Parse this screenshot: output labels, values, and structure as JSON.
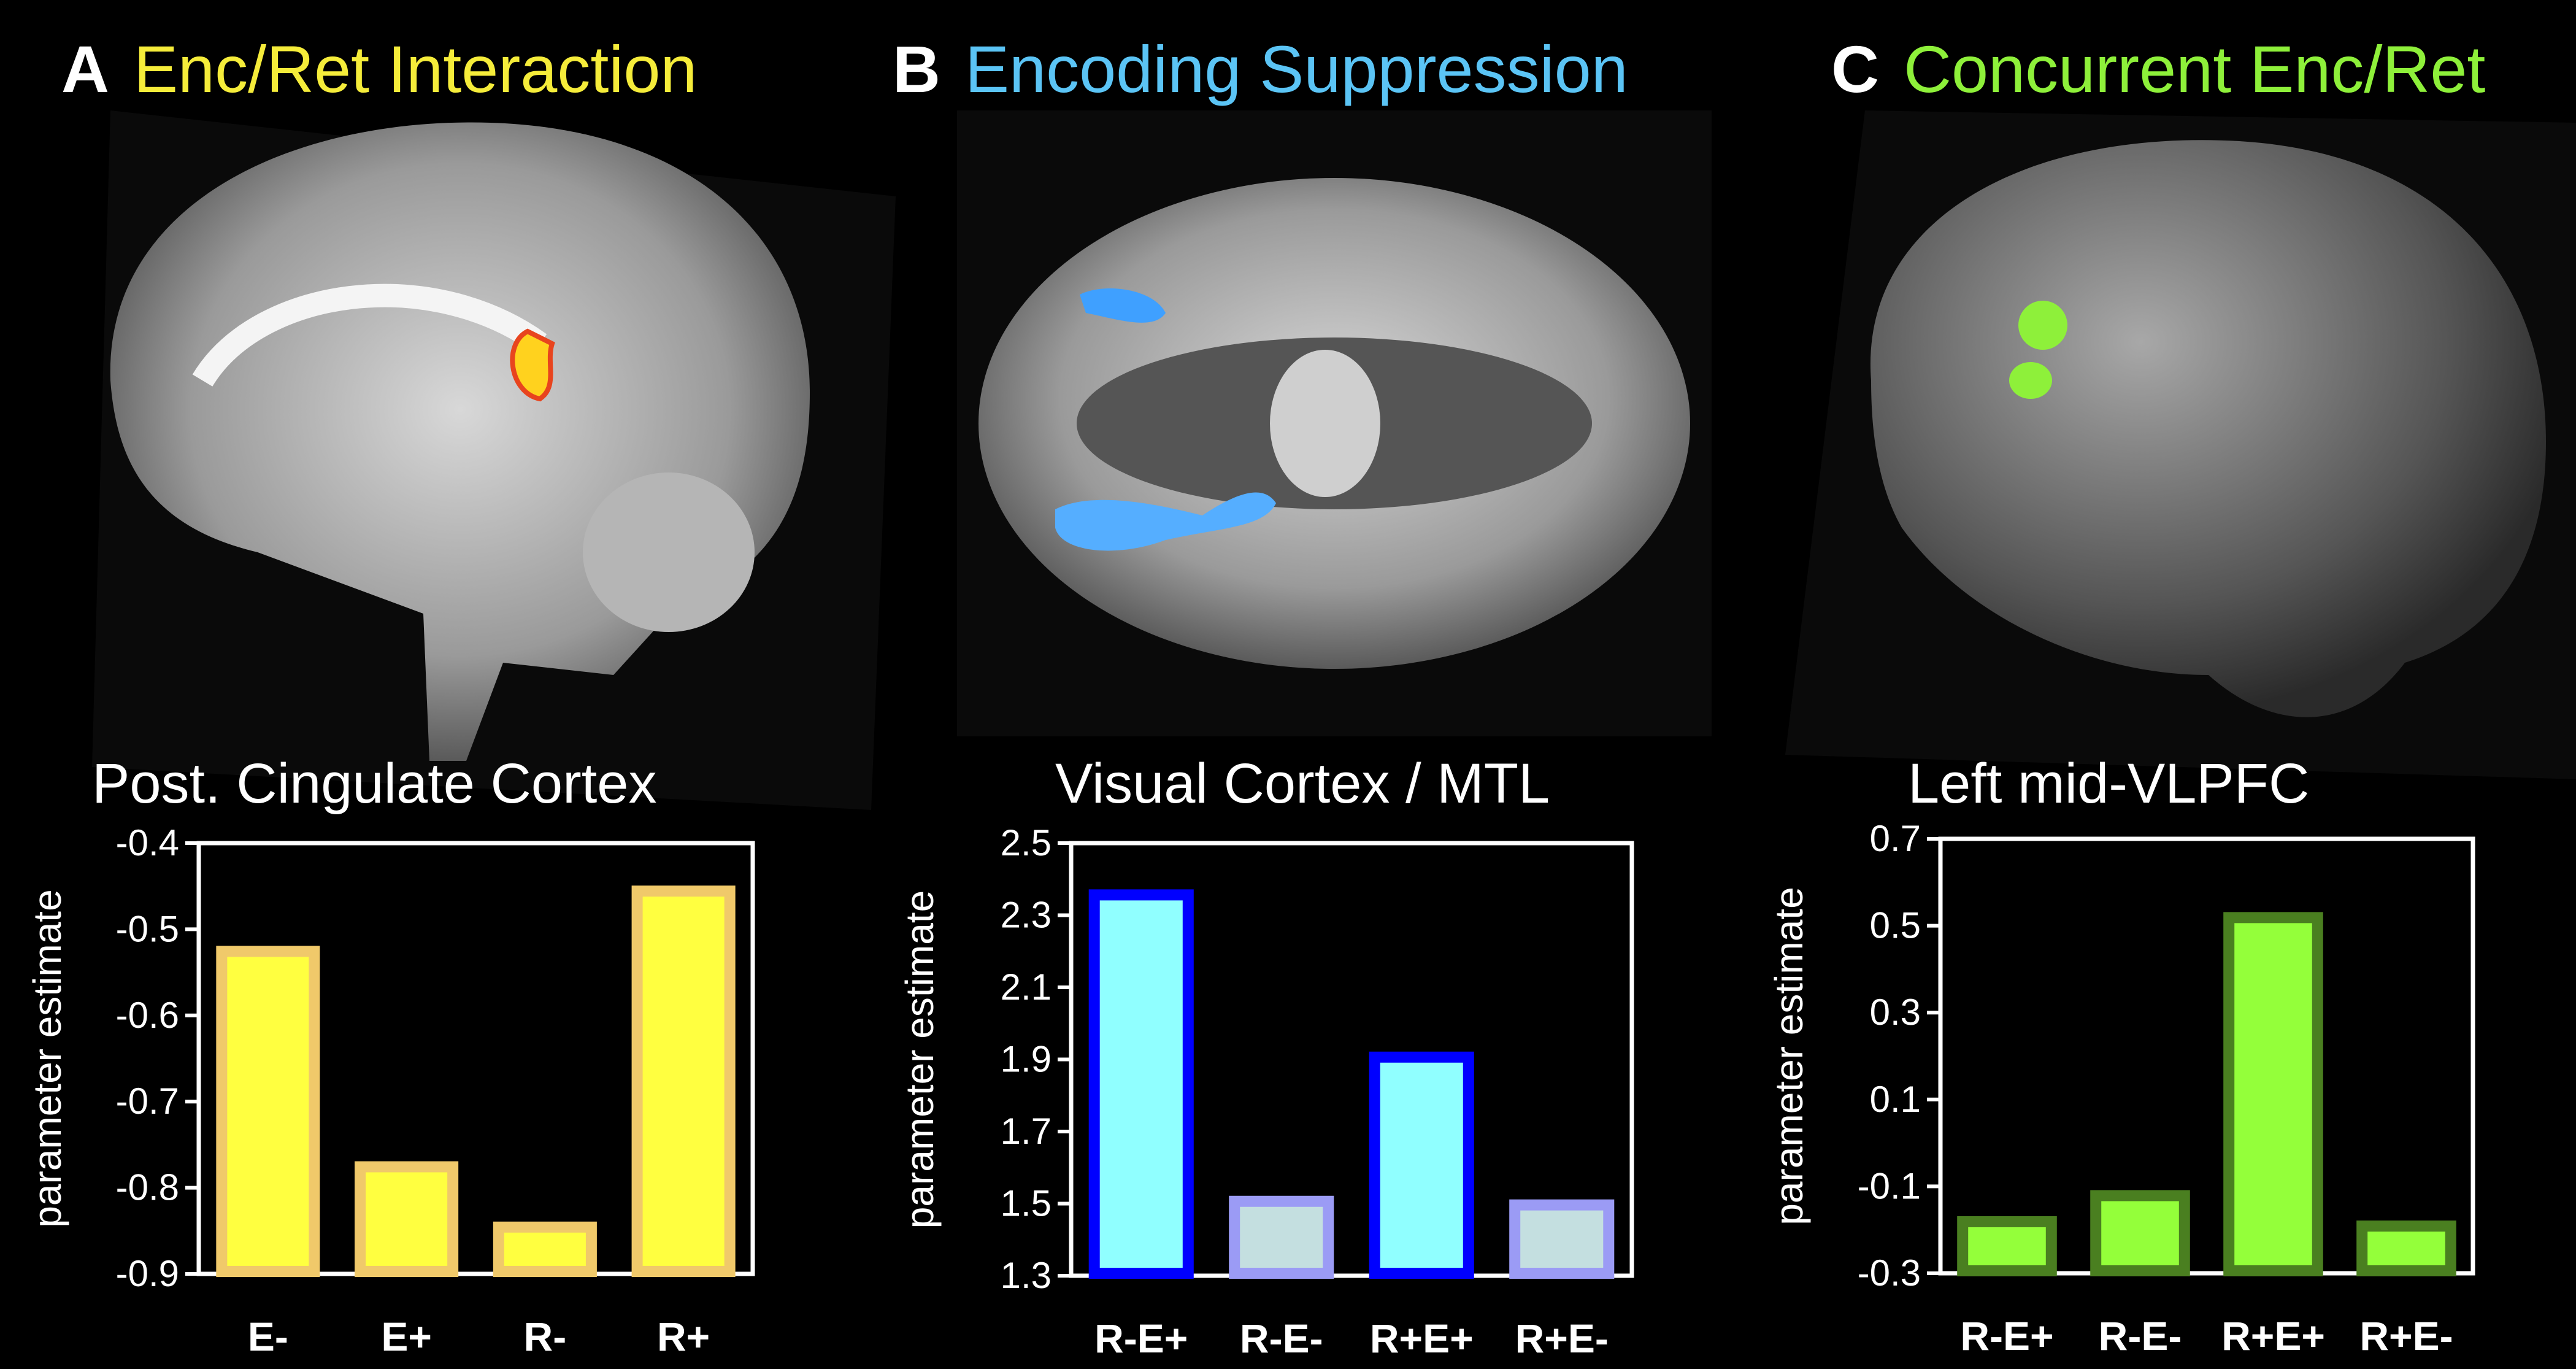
{
  "panels": [
    {
      "letter": "A",
      "heading": "Enc/Ret Interaction",
      "heading_color": "#F5EC3A",
      "activation_color": "#FFD21E"
    },
    {
      "letter": "B",
      "heading": "Encoding Suppression",
      "heading_color": "#5BC4F5",
      "activation_color": "#3FA0FF"
    },
    {
      "letter": "C",
      "heading": "Concurrent Enc/Ret",
      "heading_color": "#8EF03A",
      "activation_color": "#8EF03A"
    }
  ],
  "chart_data": [
    {
      "type": "bar",
      "title": "Post. Cingulate Cortex",
      "xlabel": "",
      "ylabel": "parameter estimate",
      "categories": [
        "E-",
        "E+",
        "R-",
        "R+"
      ],
      "values": [
        -0.52,
        -0.77,
        -0.84,
        -0.45
      ],
      "ylim": [
        -0.9,
        -0.4
      ],
      "yticks": [
        "-0.4",
        "-0.5",
        "-0.6",
        "-0.7",
        "-0.8",
        "-0.9"
      ],
      "fill": [
        "#FFFF40",
        "#FFFF40",
        "#FFFF40",
        "#FFFF40"
      ],
      "stroke": [
        "#F0C96A",
        "#F0C96A",
        "#F0C96A",
        "#F0C96A"
      ],
      "grid": false
    },
    {
      "type": "bar",
      "title": "Visual Cortex / MTL",
      "xlabel": "",
      "ylabel": "parameter estimate",
      "categories": [
        "R-E+",
        "R-E-",
        "R+E+",
        "R+E-"
      ],
      "values": [
        2.37,
        1.52,
        1.92,
        1.51
      ],
      "ylim": [
        1.3,
        2.5
      ],
      "yticks": [
        "2.5",
        "2.3",
        "2.1",
        "1.9",
        "1.7",
        "1.5",
        "1.3"
      ],
      "fill": [
        "#90FFFF",
        "#C4DFE0",
        "#90FFFF",
        "#C4DFE0"
      ],
      "stroke": [
        "#0000FF",
        "#9B9BF5",
        "#0000FF",
        "#9B9BF5"
      ],
      "grid": false
    },
    {
      "type": "bar",
      "title": "Left mid-VLPFC",
      "xlabel": "",
      "ylabel": "parameter estimate",
      "categories": [
        "R-E+",
        "R-E-",
        "R+E+",
        "R+E-"
      ],
      "values": [
        -0.17,
        -0.11,
        0.53,
        -0.18
      ],
      "ylim": [
        -0.3,
        0.7
      ],
      "yticks": [
        "0.7",
        "0.5",
        "0.3",
        "0.1",
        "-0.1",
        "-0.3"
      ],
      "fill": [
        "#94FF3A",
        "#94FF3A",
        "#94FF3A",
        "#94FF3A"
      ],
      "stroke": [
        "#4A7F20",
        "#4A7F20",
        "#4A7F20",
        "#4A7F20"
      ],
      "grid": false
    }
  ]
}
